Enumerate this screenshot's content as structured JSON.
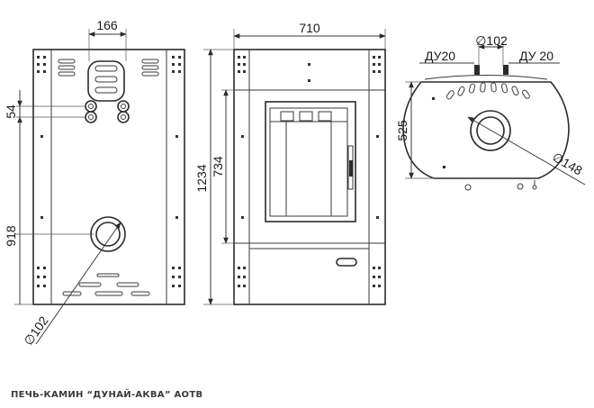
{
  "caption": "ПЕЧЬ-КАМИН “ДУНАЙ-АКВА” АОТВ",
  "dimensions": {
    "rear_width_between_outlets": "166",
    "rear_pipe_spacing": "54",
    "rear_outlet_height": "918",
    "rear_inlet_diameter": "∅102",
    "front_width": "710",
    "total_height": "1234",
    "door_height": "734",
    "top_outlet_diameter": "∅102",
    "top_pipe_left": "ДУ20",
    "top_pipe_right": "ДУ 20",
    "top_depth": "525",
    "top_flue_diameter": "∅148"
  }
}
